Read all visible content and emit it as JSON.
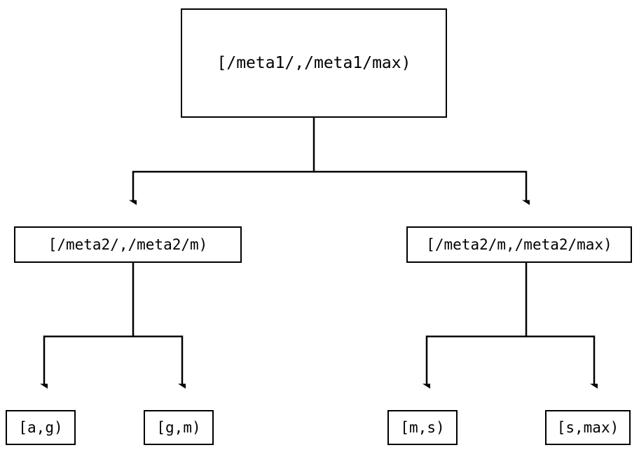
{
  "diagram": {
    "type": "tree",
    "title": "",
    "background_color": "#ffffff",
    "line_color": "#000000",
    "node_fill": "#ffffff",
    "nodes": {
      "root": {
        "label": "[/meta1/,/meta1/max)"
      },
      "meta2_low": {
        "label": "[/meta2/,/meta2/m)"
      },
      "meta2_high": {
        "label": "[/meta2/m,/meta2/max)"
      },
      "leaf_ag": {
        "label": "[a,g)"
      },
      "leaf_gm": {
        "label": "[g,m)"
      },
      "leaf_ms": {
        "label": "[m,s)"
      },
      "leaf_smax": {
        "label": "[s,max)"
      }
    },
    "edges": [
      {
        "from": "root",
        "to": "meta2_low"
      },
      {
        "from": "root",
        "to": "meta2_high"
      },
      {
        "from": "meta2_low",
        "to": "leaf_ag"
      },
      {
        "from": "meta2_low",
        "to": "leaf_gm"
      },
      {
        "from": "meta2_high",
        "to": "leaf_ms"
      },
      {
        "from": "meta2_high",
        "to": "leaf_smax"
      }
    ]
  }
}
